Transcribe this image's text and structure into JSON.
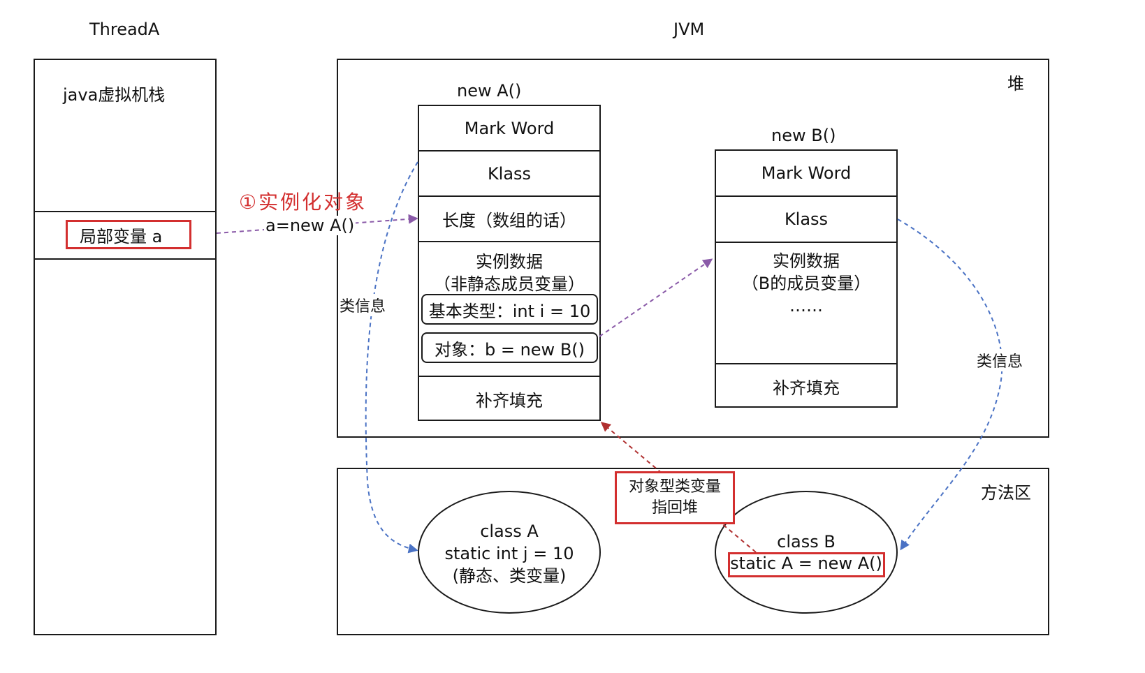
{
  "titles": {
    "thread": "ThreadA",
    "jvm": "JVM"
  },
  "stack": {
    "title": "java虚拟机栈",
    "local_var": "局部变量 a"
  },
  "heap": {
    "label": "堆",
    "objA": {
      "title": "new  A()",
      "mark_word": "Mark Word",
      "klass": "Klass",
      "length": "长度（数组的话）",
      "instance_data_line1": "实例数据",
      "instance_data_line2": "（非静态成员变量）",
      "field_primitive": "基本类型：int i = 10",
      "field_object": "对象：b = new B()",
      "padding": "补齐填充"
    },
    "objB": {
      "title": "new  B()",
      "mark_word": "Mark Word",
      "klass": "Klass",
      "instance_data_line1": "实例数据",
      "instance_data_line2": "（B的成员变量）",
      "instance_data_line3": "……",
      "padding": "补齐填充"
    }
  },
  "method_area": {
    "label": "方法区",
    "classA": {
      "line1": "class A",
      "line2": "static int j = 10",
      "line3": "(静态、类变量)"
    },
    "classB": {
      "line1": "class B",
      "line2": "static A = new A()"
    },
    "note_line1": "对象型类变量",
    "note_line2": "指回堆"
  },
  "arrows": {
    "instantiate": "①实例化对象",
    "assign": "a=new A()",
    "class_info_left": "类信息",
    "class_info_right": "类信息"
  },
  "colors": {
    "red": "#d32f2f",
    "purple": "#8a5aa8",
    "blue": "#4a72c4",
    "darkred": "#b03030"
  }
}
